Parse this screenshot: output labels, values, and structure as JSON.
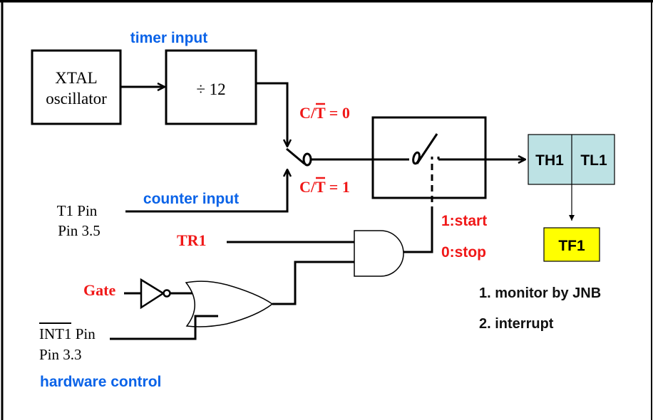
{
  "colors": {
    "label_blue": "#0a63e8",
    "label_red": "#f01818",
    "register_fill": "#bde2e4",
    "flag_fill": "#ffff00",
    "line": "#000000"
  },
  "blocks": {
    "oscillator": {
      "line1": "XTAL",
      "line2": "oscillator"
    },
    "divider": {
      "label": "÷ 12"
    },
    "register_high": {
      "label": "TH1"
    },
    "register_low": {
      "label": "TL1"
    },
    "flag": {
      "label": "TF1"
    }
  },
  "labels": {
    "timer_input": "timer input",
    "counter_input": "counter input",
    "hardware_control": "hardware control",
    "ct0": {
      "prefix": "C/",
      "bar": "T",
      "suffix": " = 0"
    },
    "ct1": {
      "prefix": "C/",
      "bar": "T",
      "suffix": " = 1"
    },
    "start": "1:start",
    "stop": "0:stop",
    "tr1": "TR1",
    "gate": "Gate",
    "t1_pin": "T1 Pin",
    "t1_pin_num": "Pin 3.5",
    "int1_bar": "INT1",
    "int1_suffix": " Pin",
    "int1_pin_num": "Pin 3.3"
  },
  "notes": [
    "1. monitor by JNB",
    "2. interrupt"
  ],
  "icons": {
    "switch": "switch-icon",
    "and_gate": "and-gate-icon",
    "or_gate": "or-gate-icon",
    "inverter": "not-gate-icon"
  }
}
